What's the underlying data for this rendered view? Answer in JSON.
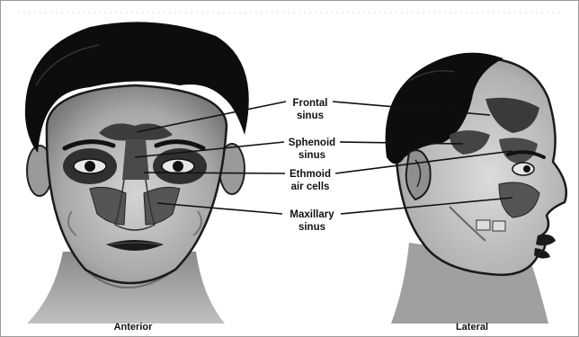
{
  "labels": {
    "frontal": [
      "Frontal",
      "sinus"
    ],
    "sphenoid": [
      "Sphenoid",
      "sinus"
    ],
    "ethmoid": [
      "Ethmoid",
      "air cells"
    ],
    "maxillary": [
      "Maxillary",
      "sinus"
    ]
  },
  "captions": {
    "anterior": "Anterior",
    "lateral": "Lateral"
  }
}
